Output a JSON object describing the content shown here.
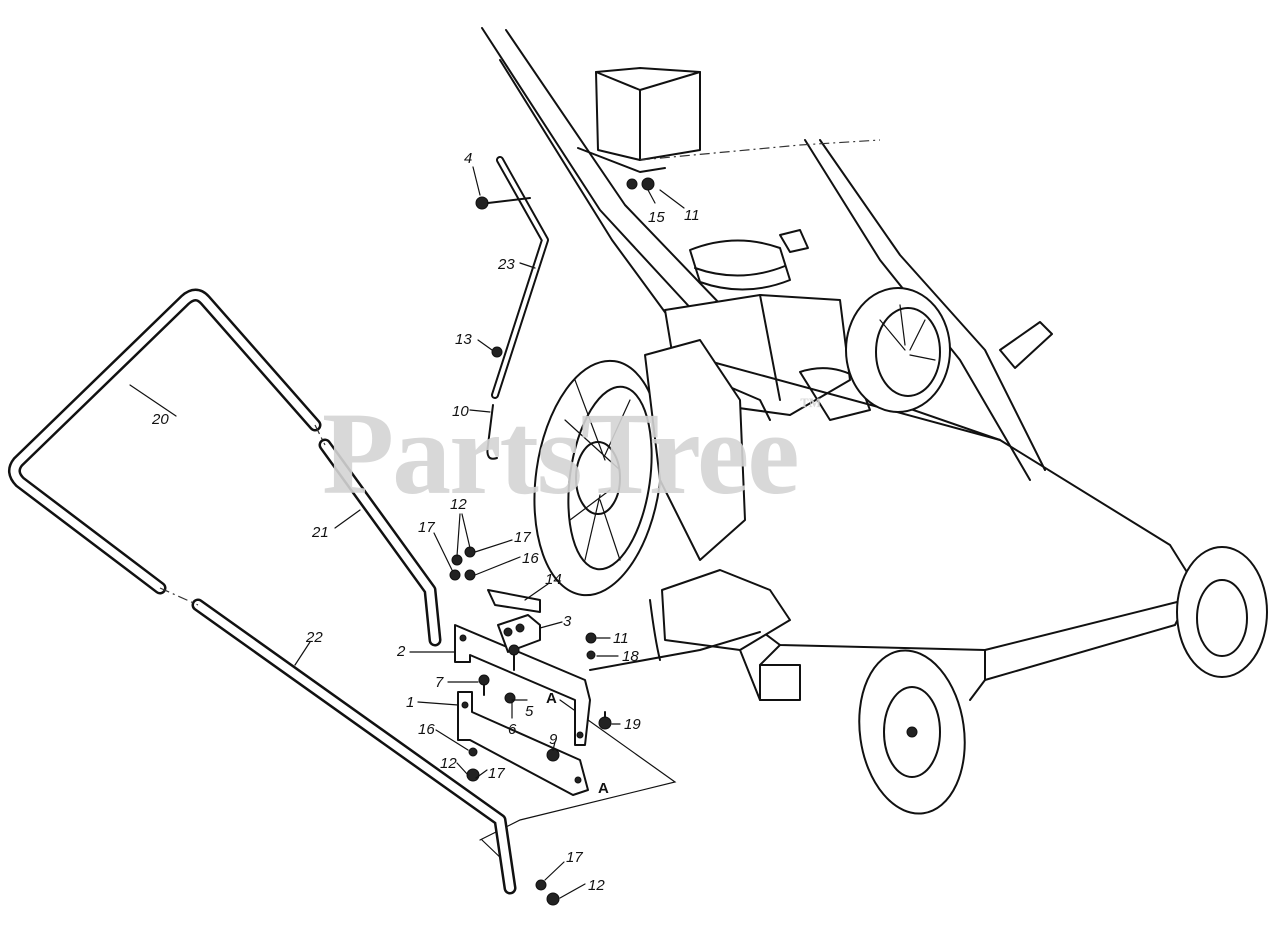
{
  "watermark": {
    "text": "PartsTree",
    "trademark": "™"
  },
  "callouts": {
    "c1": "1",
    "c2": "2",
    "c3": "3",
    "c4": "4",
    "c5": "5",
    "c6": "6",
    "c7": "7",
    "c9": "9",
    "c10": "10",
    "c11a": "11",
    "c11b": "11",
    "c12a": "12",
    "c12b": "12",
    "c12c": "12",
    "c13": "13",
    "c14": "14",
    "c15": "15",
    "c16a": "16",
    "c16b": "16",
    "c17a": "17",
    "c17b": "17",
    "c17c": "17",
    "c17d": "17",
    "c18": "18",
    "c19": "19",
    "c20": "20",
    "c21": "21",
    "c22": "22",
    "c23": "23",
    "refA1": "A",
    "refA2": "A"
  }
}
